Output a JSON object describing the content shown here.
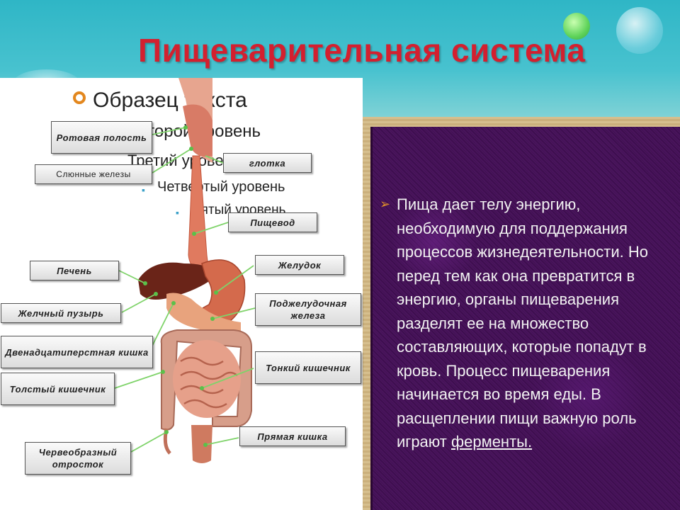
{
  "title": "Пищеварительная система",
  "placeholder_bullets": {
    "level1": "Образец текста",
    "level2": "Второй уровень",
    "level3": "Третий уровень",
    "level4": "Четвертый уровень",
    "level5": "Пятый уровень"
  },
  "labels": {
    "mouth": "Ротовая полость",
    "salivary": "Слюнные железы",
    "pharynx": "глотка",
    "esophagus": "Пищевод",
    "liver": "Печень",
    "stomach": "Желудок",
    "gallbladder": "Желчный пузырь",
    "pancreas": "Поджелудочная железа",
    "duodenum": "Двенадцатиперстная кишка",
    "small_intestine": "Тонкий кишечник",
    "large_intestine": "Толстый кишечник",
    "rectum": "Прямая кишка",
    "appendix": "Червеобразный отросток"
  },
  "description": {
    "text": "Пища дает телу энергию, необходимую для поддержания процессов жизнедеятельности. Но перед тем как она превратится в энергию, органы пищеварения разделят ее на множество составляющих, которые попадут в кровь. Процесс пищеварения начинается во время еды. В расщеплении пищи важную роль играют ",
    "link_text": "ферменты."
  },
  "colors": {
    "title": "#d3202f",
    "bullet_ring": "#e3871e",
    "panel_purple": "#4c1660",
    "leader_line": "#7fd36a"
  }
}
